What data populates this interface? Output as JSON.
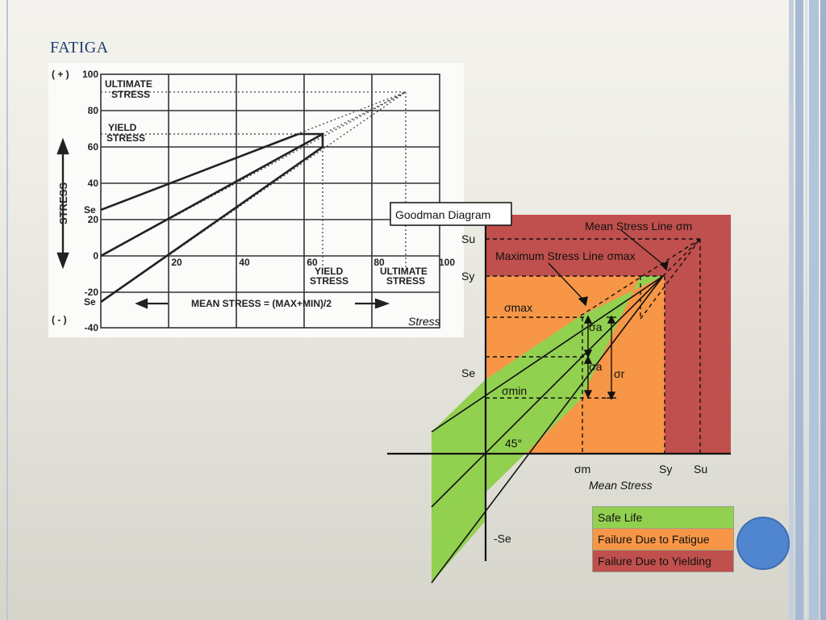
{
  "slide": {
    "title": "FATIGA"
  },
  "figure_left": {
    "y_tick_labels": [
      "100",
      "80",
      "60",
      "40",
      "20",
      "0",
      "-20",
      "-40"
    ],
    "y_sign_top": "( + )",
    "y_sign_bottom": "( - )",
    "se_label": "Se",
    "x_tick_labels": [
      "20",
      "40",
      "60",
      "80",
      "100"
    ],
    "y_axis_title": "STRESS",
    "x_axis_title": "MEAN STRESS = (MAX+MIN)/2",
    "ultimate_line1": "ULTIMATE",
    "ultimate_line2": "STRESS",
    "yield_line1": "YIELD",
    "yield_line2": "STRESS"
  },
  "goodman": {
    "title": "Goodman Diagram",
    "label_mean_stress_line": "Mean Stress Line σm",
    "label_max_stress_line": "Maximum Stress Line σmax",
    "label_su": "Su",
    "label_sy": "Sy",
    "label_se": "Se",
    "label_neg_se": "-Se",
    "label_stress": "Stress",
    "label_mean_stress": "Mean Stress",
    "label_sigma_max": "σmax",
    "label_sigma_min": "σmin",
    "label_sigma_a1": "σa",
    "label_sigma_a2": "σa",
    "label_sigma_r": "σr",
    "label_angle": "45°",
    "x_label_sigma_m": "σm",
    "x_label_sy": "Sy",
    "x_label_su": "Su",
    "colors": {
      "safe": "#92d050",
      "fatigue": "#f79646",
      "yield": "#c0504d"
    }
  },
  "legend": [
    {
      "label": "Safe Life",
      "color": "#92d050"
    },
    {
      "label": "Failure Due to Fatigue",
      "color": "#f79646"
    },
    {
      "label": "Failure Due to Yielding",
      "color": "#c0504d"
    }
  ]
}
